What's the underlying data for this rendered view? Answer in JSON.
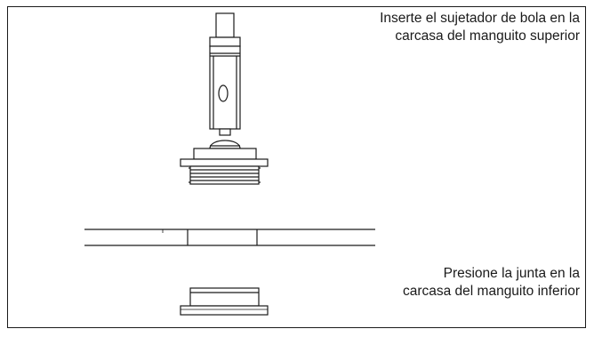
{
  "figure": {
    "caption_top": {
      "line1": "Inserte el sujetador de bola en la",
      "line2": "carcasa del manguito superior"
    },
    "caption_bottom": {
      "line1": "Presione la junta en la",
      "line2": "carcasa del manguito inferior"
    },
    "stroke_color": "#1a1a1a"
  }
}
